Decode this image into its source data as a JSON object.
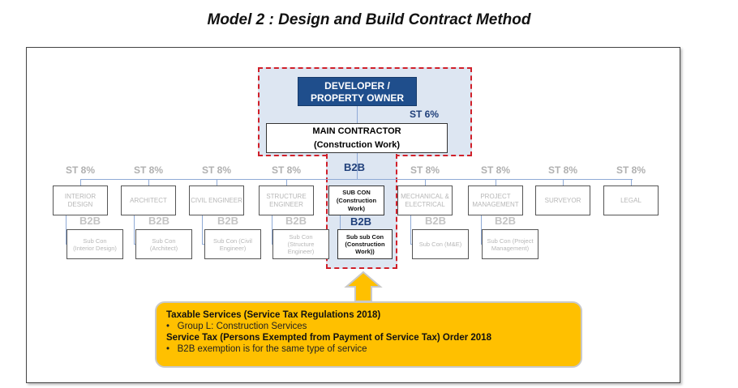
{
  "title": "Model 2 : Design and Build Contract Method",
  "developer": "DEVELOPER /\nPROPERTY OWNER",
  "main_contractor": "MAIN CONTRACTOR\n(Construction Work)",
  "main_rate": "ST 6%",
  "sub_con_b2b": "B2B",
  "consultants": [
    {
      "label": "INTERIOR\nDESIGN",
      "rate": "ST 8%"
    },
    {
      "label": "ARCHITECT",
      "rate": "ST 8%"
    },
    {
      "label": "CIVIL ENGINEER",
      "rate": "ST 8%"
    },
    {
      "label": "STRUCTURE\nENGINEER",
      "rate": "ST 8%"
    },
    {
      "label": "MECHANICAL &\nELECTRICAL",
      "rate": "ST 8%"
    },
    {
      "label": "PROJECT\nMANAGEMENT",
      "rate": "ST 8%"
    },
    {
      "label": "SURVEYOR",
      "rate": "ST 8%"
    },
    {
      "label": "LEGAL",
      "rate": "ST 8%"
    }
  ],
  "sub_cons": [
    {
      "label": "Sub Con\n(Interior Design)",
      "rate": "B2B"
    },
    {
      "label": "Sub Con\n(Architect)",
      "rate": "B2B"
    },
    {
      "label": "Sub Con (Civil\nEngineer)",
      "rate": "B2B"
    },
    {
      "label": "Sub Con\n(Structure\nEngineer)",
      "rate": "B2B"
    },
    {
      "label": "Sub Con (M&E)",
      "rate": "B2B"
    },
    {
      "label": "Sub Con (Project\nManagement)",
      "rate": "B2B"
    }
  ],
  "construction_sub_con": "SUB CON\n(Construction\nWork)",
  "construction_sub_sub": {
    "label": "Sub sub Con\n(Construction\nWork))",
    "rate": "B2B"
  },
  "notes": {
    "heading1": "Taxable Services (Service Tax Regulations 2018)",
    "bullet1": "Group L: Construction Services",
    "heading2": "Service Tax (Persons Exempted from Payment of Service Tax) Order 2018",
    "bullet2": "B2B exemption is for the same type of service"
  },
  "colors": {
    "highlight_border": "#d0202a",
    "highlight_fill": "#dde6f2",
    "developer": "#1f4e8c",
    "note": "#ffc000"
  }
}
